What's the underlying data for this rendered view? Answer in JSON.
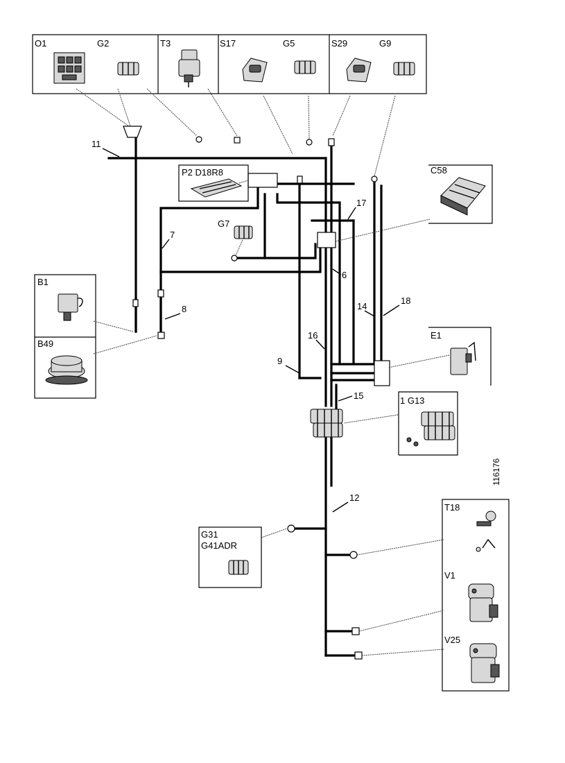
{
  "labels": {
    "o1": "O1",
    "g2": "G2",
    "t3": "T3",
    "s17": "S17",
    "g5": "G5",
    "s29": "S29",
    "g9": "G9",
    "p2": "P2 D18R8",
    "c58": "C58",
    "g7": "G7",
    "b1": "B1",
    "b49": "B49",
    "e1": "E1",
    "g13": "1 G13",
    "g31": "G31",
    "g41": "G41ADR",
    "t18": "T18",
    "v1": "V1",
    "v25": "V25"
  },
  "wire_numbers": {
    "w11": "11",
    "w7": "7",
    "w17": "17",
    "w6": "6",
    "w8": "8",
    "w14": "14",
    "w18": "18",
    "w16": "16",
    "w9": "9",
    "w15": "15",
    "w12": "12"
  },
  "drawing_number": "116176"
}
